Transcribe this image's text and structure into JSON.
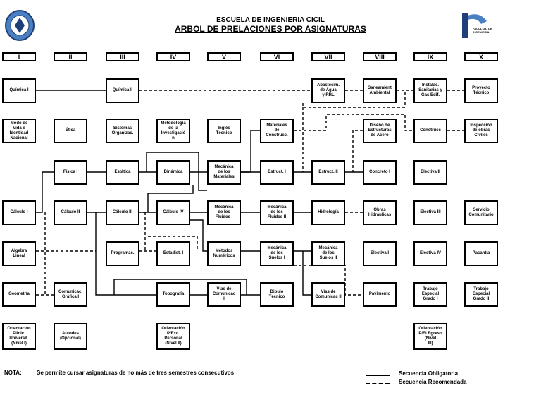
{
  "header": {
    "school": "ESCUELA DE INGENIERIA CICIL",
    "title": "ARBOL DE PRELACIONES POR ASIGNATURAS",
    "faculty_logo_text": "FACULTAD DE INGENIERIA"
  },
  "semesters": [
    "I",
    "II",
    "III",
    "IV",
    "V",
    "VI",
    "VII",
    "VIII",
    "IX",
    "X"
  ],
  "courses": {
    "quimica1": "Química I",
    "quimica2": "Química II",
    "abastecim": "Abastecim.\nde Agua\ny RRL",
    "saneamiento": "Saneamient\nAmbiental",
    "instalac": "Instalac.\nSanitarias y\nGas Edif.",
    "proyecto": "Proyecto\nTécnico",
    "modo_vida": "Modo de\nVida e\nIdentidad\nNacional",
    "etica": "Ética",
    "sistemas": "Sistemas\nOrganizac.",
    "metodologia": "Metodología\nde la\nInvestigació\nn",
    "ingles": "Inglés\nTécnico",
    "materiales": "Materiales\nde\nConstrucc.",
    "diseno": "Diseño de\nEstructuras\nde Acero",
    "construcc": "Construcc",
    "inspeccion": "Inspección\nde obras\nCiviles",
    "fisica1": "Física I",
    "estatica": "Estática",
    "dinamica": "Dinámica",
    "mec_materiales": "Mecánica\nde los\nMateriales",
    "estruct1": "Estruct.  I",
    "estruct2": "Estruct.  II",
    "concreto1": "Concreto  I",
    "electiva2": "Electiva II",
    "calculo1": "Cálculo I",
    "calculo2": "Cálculo II",
    "calculo3": "Cálculo III",
    "calculo4": "Cálculo IV",
    "mec_fluidos1": "Mecánica\nde los\nFluidos I",
    "mec_fluidos2": "Mecánica\nde los\nFluidos II",
    "hidrologia": "Hidrología",
    "obras_hidraulicas": "Obras\nHidráulicas",
    "electiva3": "Electiva III",
    "servicio": "Servicio\nComunitario",
    "algebra": "Algebra\nLineal",
    "programac": "Programac.",
    "estadist": "Estadist.  I",
    "metodos": "Métodos\nNuméricos",
    "mec_suelos1": "Mecánica\nde los\nSuelos I",
    "mec_suelos2": "Mecánica\nde los\nSuelos II",
    "electiva1": "Electiva I",
    "electiva4": "Electiva IV",
    "pasantia": "Pasantía",
    "geometria": "Geometría",
    "comunicac1": "Comunicac.\nGráfica  I",
    "topografia": "Topografía",
    "vias1": "Vías de\nComunicac\nI",
    "dibujo": "Dibujo\nTécnico",
    "vias2": "Vías de\nComunicac II",
    "pavimento": "Pavimento",
    "trabajo1": "Trabajo\nEspecial\nGrado I",
    "trabajo2": "Trabajo\nEspecial\nGrado II",
    "orientacion1": "Orientación\nPllnic.\nUniversit.\n(Nivel  I)",
    "autodes": "Autodes\n(Opcional)",
    "orientacion2": "Orientación\nP/Exc.\nPersonal\n(Nivel II)",
    "orientacion3": "Orientación\nP/El Egreso\n(Nivel\nIII)"
  },
  "note": {
    "label": "NOTA:",
    "text": "Se permite cursar asignaturas de no más de tres semestres consecutivos"
  },
  "legend": {
    "mandatory": "Secuencia Obligatoria",
    "recommended": "Secuencia Recomendada"
  },
  "colors": {
    "logo_blue": "#4a7fc1",
    "logo_dark": "#1f3f7a",
    "ink": "#000000"
  }
}
